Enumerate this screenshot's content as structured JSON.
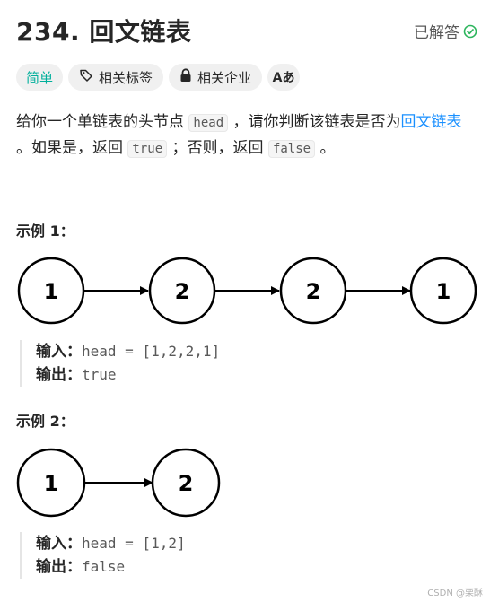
{
  "problem": {
    "title": "234. 回文链表",
    "status": "已解答",
    "colors": {
      "easy": "#00af9b",
      "link": "#1a90ff",
      "solved_check": "#2db55d"
    }
  },
  "tags": {
    "difficulty": "简单",
    "related_topics": "相关标签",
    "related_companies": "相关企业",
    "font_size_button": "Aあ"
  },
  "description": {
    "p1_a": "给你一个单链表的头节点 ",
    "p1_code": "head",
    "p1_b": " ，请你判断该链表是否为",
    "p1_link": "回文链表",
    "p2_a": "。如果是，返回 ",
    "p2_code1": "true",
    "p2_b": " ；否则，返回 ",
    "p2_code2": "false",
    "p2_c": " 。"
  },
  "examples": [
    {
      "title": "示例 1：",
      "nodes": [
        "1",
        "2",
        "2",
        "1"
      ],
      "input_label": "输入：",
      "input_value": "head = [1,2,2,1]",
      "output_label": "输出：",
      "output_value": "true"
    },
    {
      "title": "示例 2：",
      "nodes": [
        "1",
        "2"
      ],
      "input_label": "输入：",
      "input_value": "head = [1,2]",
      "output_label": "输出：",
      "output_value": "false"
    }
  ],
  "watermark": "CSDN @栗酥"
}
